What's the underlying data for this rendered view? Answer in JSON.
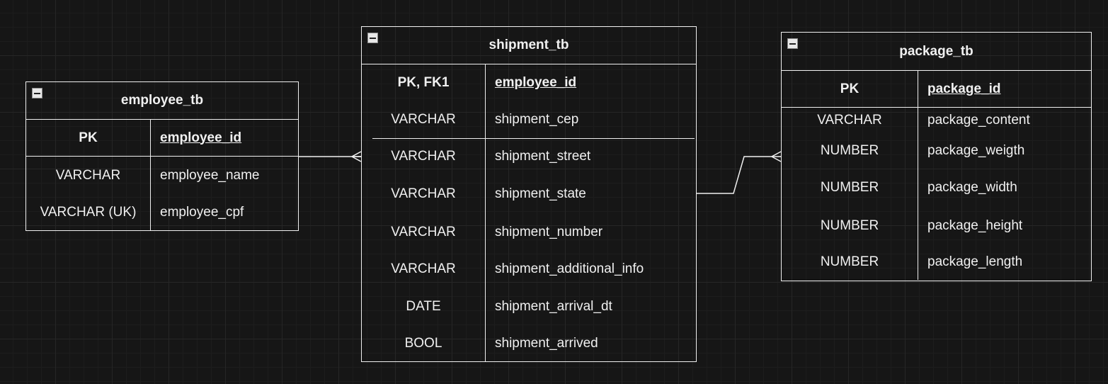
{
  "tables": {
    "employee": {
      "title": "employee_tb",
      "key": {
        "type": "PK",
        "name": "employee_id"
      },
      "rows": [
        {
          "type": "VARCHAR",
          "name": "employee_name"
        },
        {
          "type": "VARCHAR (UK)",
          "name": "employee_cpf"
        }
      ]
    },
    "shipment": {
      "title": "shipment_tb",
      "key": {
        "type": "PK, FK1",
        "name": "employee_id"
      },
      "rows": [
        {
          "type": "VARCHAR",
          "name": "shipment_cep"
        },
        {
          "type": "VARCHAR",
          "name": "shipment_street"
        },
        {
          "type": "VARCHAR",
          "name": "shipment_state"
        },
        {
          "type": "VARCHAR",
          "name": "shipment_number"
        },
        {
          "type": "VARCHAR",
          "name": "shipment_additional_info"
        },
        {
          "type": "DATE",
          "name": "shipment_arrival_dt"
        },
        {
          "type": "BOOL",
          "name": "shipment_arrived"
        }
      ]
    },
    "package": {
      "title": "package_tb",
      "key": {
        "type": "PK",
        "name": "package_id"
      },
      "rows": [
        {
          "type": "VARCHAR",
          "name": "package_content"
        },
        {
          "type": "NUMBER",
          "name": "package_weigth"
        },
        {
          "type": "NUMBER",
          "name": "package_width"
        },
        {
          "type": "NUMBER",
          "name": "package_height"
        },
        {
          "type": "NUMBER",
          "name": "package_length"
        }
      ]
    }
  },
  "relationships": [
    {
      "from": "employee_tb",
      "to": "shipment_tb",
      "cardinality": "one-to-many"
    },
    {
      "from": "shipment_tb",
      "to": "package_tb",
      "cardinality": "one-to-many"
    }
  ],
  "colors": {
    "background": "#161616",
    "stroke": "#f0f0f0",
    "grid": "#262626"
  },
  "icons": {
    "collapse": "collapse-icon"
  }
}
